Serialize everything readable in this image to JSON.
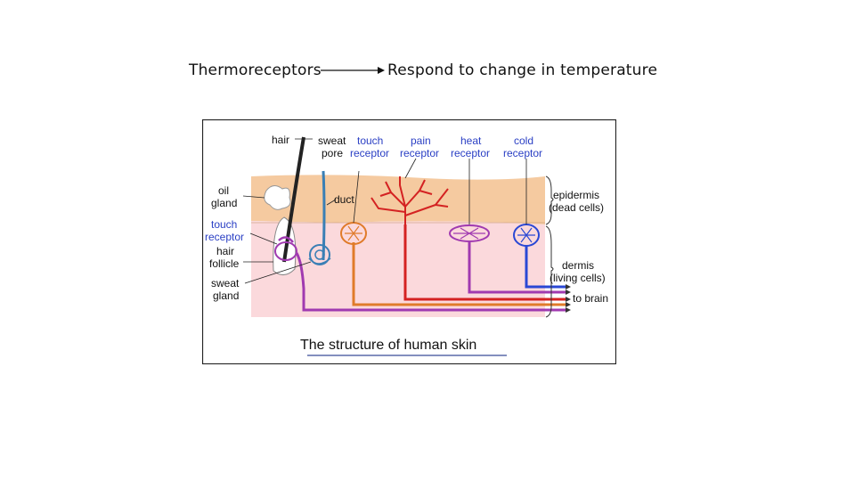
{
  "heading": {
    "term": "Thermoreceptors",
    "description": "Respond to change in temperature"
  },
  "figure": {
    "caption": "The structure of human skin",
    "labels": {
      "hair": "hair",
      "sweat_pore_1": "sweat",
      "sweat_pore_2": "pore",
      "touch_receptor_top_1": "touch",
      "touch_receptor_top_2": "receptor",
      "pain_receptor_1": "pain",
      "pain_receptor_2": "receptor",
      "heat_receptor_1": "heat",
      "heat_receptor_2": "receptor",
      "cold_receptor_1": "cold",
      "cold_receptor_2": "receptor",
      "oil_gland_1": "oil",
      "oil_gland_2": "gland",
      "duct": "duct",
      "epidermis_1": "epidermis",
      "epidermis_2": "(dead cells)",
      "touch_receptor_left_1": "touch",
      "touch_receptor_left_2": "receptor",
      "hair_follicle_1": "hair",
      "hair_follicle_2": "follicle",
      "sweat_gland_1": "sweat",
      "sweat_gland_2": "gland",
      "dermis_1": "dermis",
      "dermis_2": "(living cells)",
      "to_brain": "to brain"
    },
    "colors": {
      "epidermis": "#f5caa0",
      "dermis": "#fbd9dc",
      "touch_receptor": "#e07b2a",
      "pain_receptor": "#d42222",
      "heat_receptor": "#a03ab0",
      "cold_receptor": "#2a48d4",
      "sweat_gland": "#3a7fb5",
      "label_blue": "#2a3fc4"
    }
  }
}
